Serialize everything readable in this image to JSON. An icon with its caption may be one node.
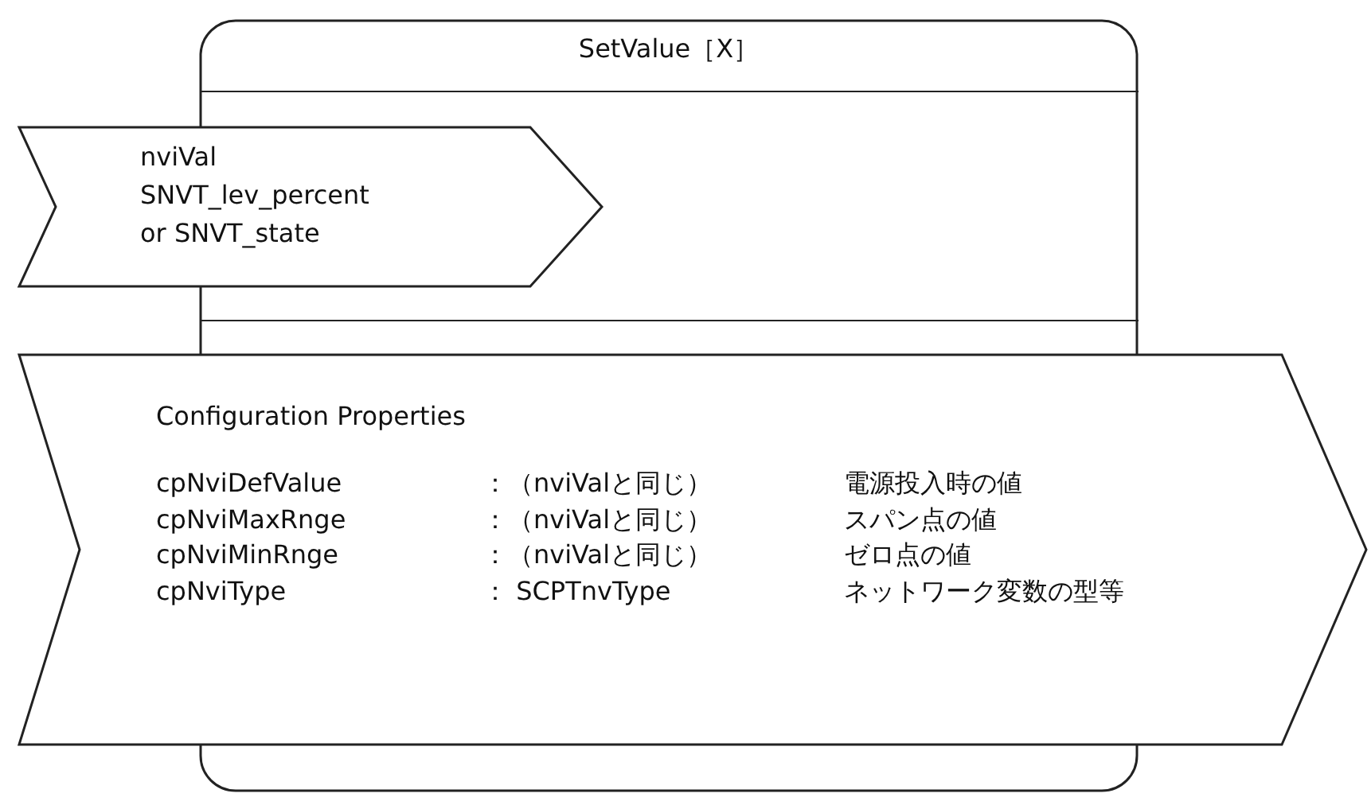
{
  "diagram": {
    "nodes": [
      {
        "text": [
          "SetValue［X］"
        ]
      },
      {
        "text": [
          "nviVal",
          "SNVT_lev_percent",
          "or SNVT_state"
        ]
      },
      {
        "text": [
          "Configuration Properties",
          "cpNviDefValue",
          "：（nviValと同じ）",
          "電源投入時の値",
          "cpNviMaxRnge",
          "：（nviValと同じ）",
          "スパン点の値",
          "cpNviMinRnge",
          "：（nviValと同じ）",
          "ゼロ点の値",
          "cpNviType",
          "： SCPTnvType",
          "ネットワーク変数の型等"
        ]
      }
    ]
  }
}
